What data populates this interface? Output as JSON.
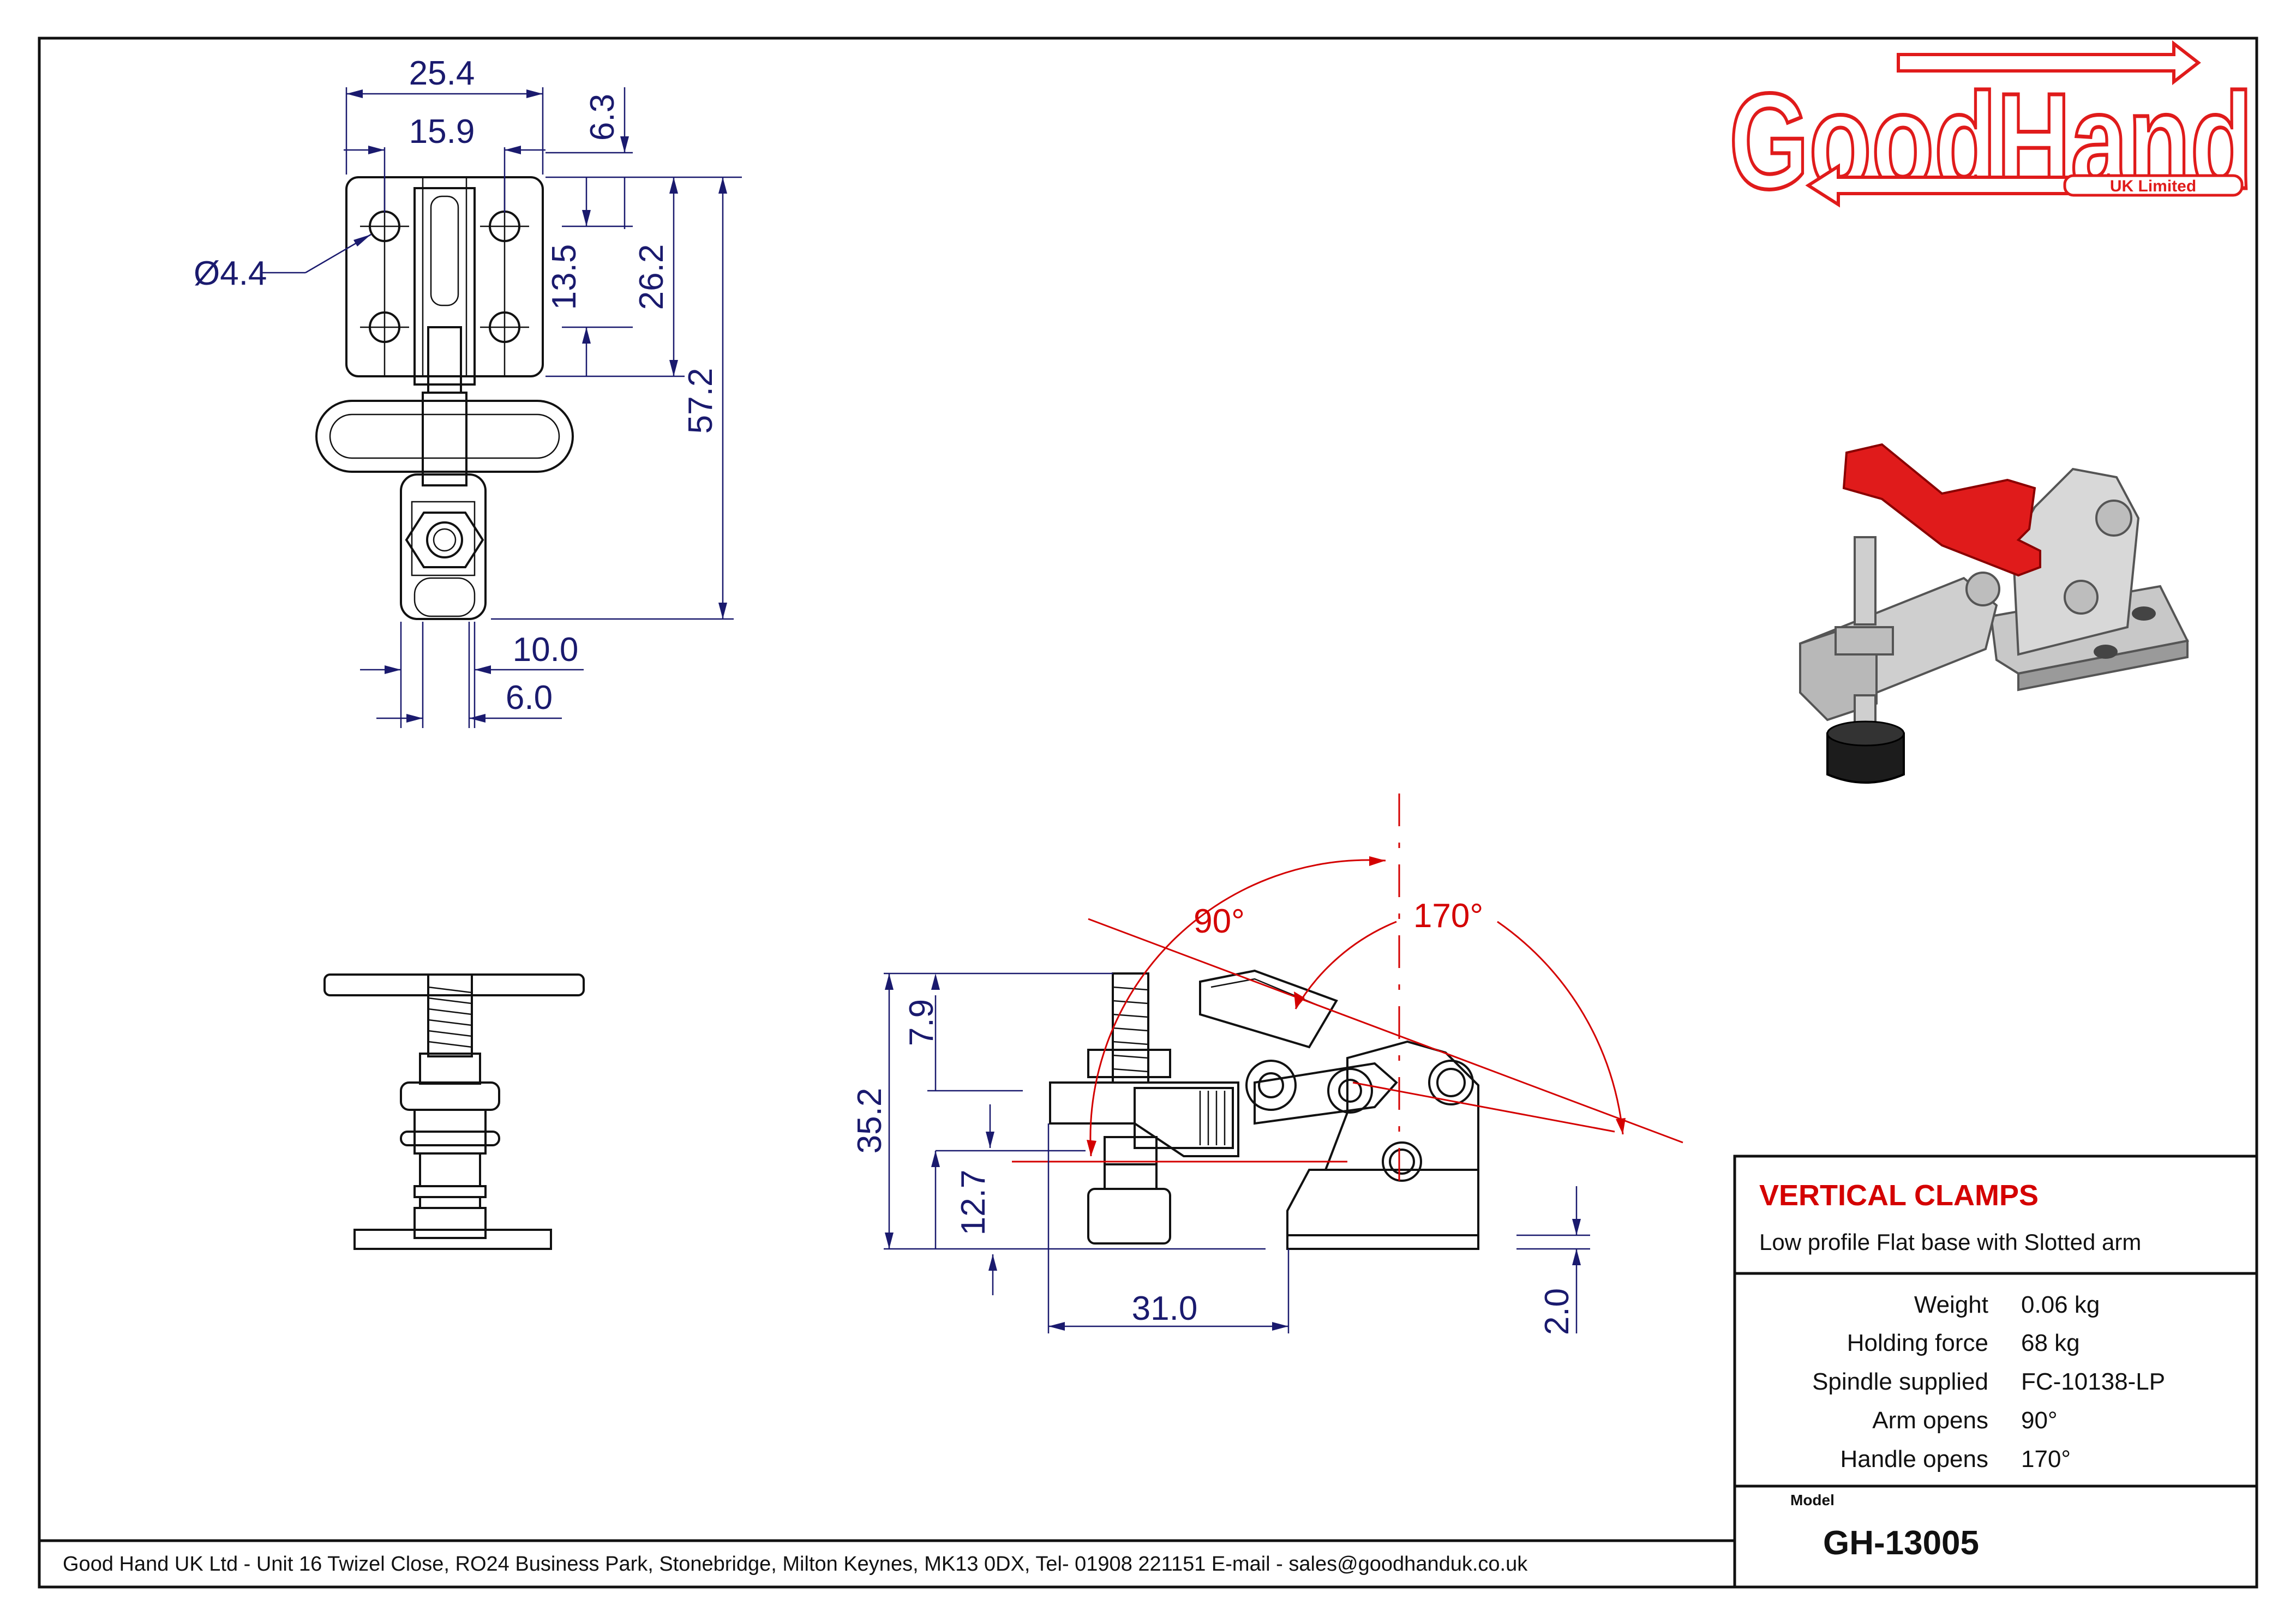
{
  "brand": {
    "name": "GoodHand",
    "sub": "UK Limited",
    "color": "#e01b1b"
  },
  "title_block": {
    "category": "VERTICAL CLAMPS",
    "description": "Low profile Flat base with Slotted arm",
    "specs": [
      {
        "label": "Weight",
        "value": "0.06 kg"
      },
      {
        "label": "Holding force",
        "value": "68 kg"
      },
      {
        "label": "Spindle supplied",
        "value": "FC-10138-LP"
      },
      {
        "label": "Arm opens",
        "value": "90°"
      },
      {
        "label": "Handle opens",
        "value": "170°"
      }
    ],
    "model_label": "Model",
    "model": "GH-13005"
  },
  "footer": {
    "address": "Good Hand UK Ltd  - Unit 16 Twizel Close, RO24 Business Park, Stonebridge, Milton Keynes, MK13 0DX,  Tel- 01908 221151  E-mail - sales@goodhanduk.co.uk"
  },
  "dimensions": {
    "top_view": {
      "width_outer": "25.4",
      "width_inner": "15.9",
      "top_offset": "6.3",
      "hole_dia": "Ø4.4",
      "hole_pitch": "13.5",
      "base_length": "26.2",
      "overall_length": "57.2",
      "arm_width": "10.0",
      "spindle_width": "6.0"
    },
    "side_view": {
      "overall_height": "35.2",
      "top_thread": "7.9",
      "spindle_to_base": "12.7",
      "reach": "31.0",
      "base_thickness": "2.0",
      "arm_angle": "90°",
      "handle_angle": "170°"
    }
  },
  "colors": {
    "dimension": "#1a1a6e",
    "angle": "#d40000",
    "handle": "#e01b1b"
  }
}
